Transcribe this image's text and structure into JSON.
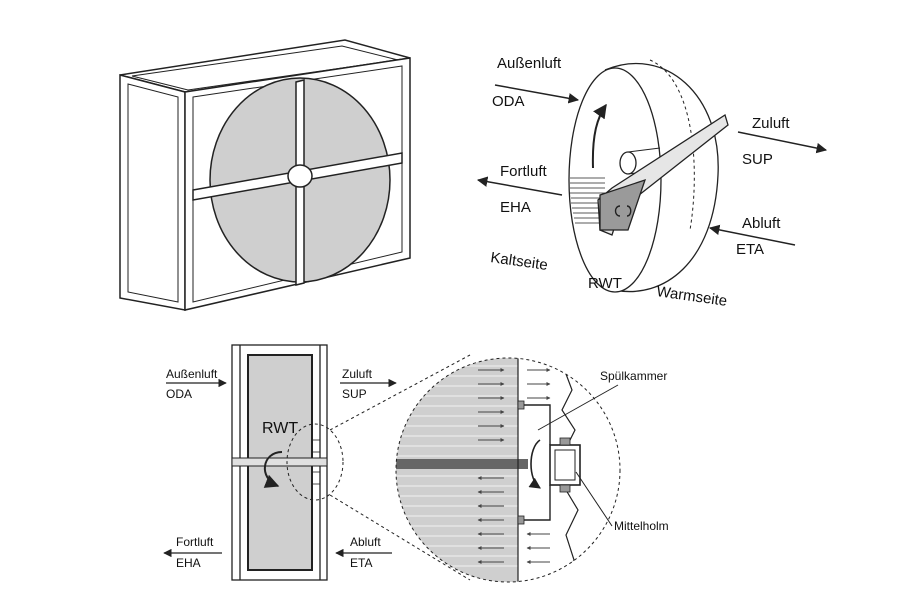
{
  "top_right": {
    "odaTitle": "Außenluft",
    "odaCode": "ODA",
    "supTitle": "Zuluft",
    "supCode": "SUP",
    "ehaTitle": "Fortluft",
    "ehaCode": "EHA",
    "etaTitle": "Abluft",
    "etaCode": "ETA",
    "cold": "Kaltseite",
    "rwt": "RWT",
    "warm": "Warmseite"
  },
  "bottom_left": {
    "odaTitle": "Außenluft",
    "odaCode": "ODA",
    "supTitle": "Zuluft",
    "supCode": "SUP",
    "ehaTitle": "Fortluft",
    "ehaCode": "EHA",
    "etaTitle": "Abluft",
    "etaCode": "ETA",
    "rwt": "RWT"
  },
  "detail": {
    "chamber": "Spülkammer",
    "beam": "Mittelholm"
  },
  "colors": {
    "wheel": "#cfcfcf",
    "line": "#222222",
    "seal": "#9a9a9a"
  }
}
